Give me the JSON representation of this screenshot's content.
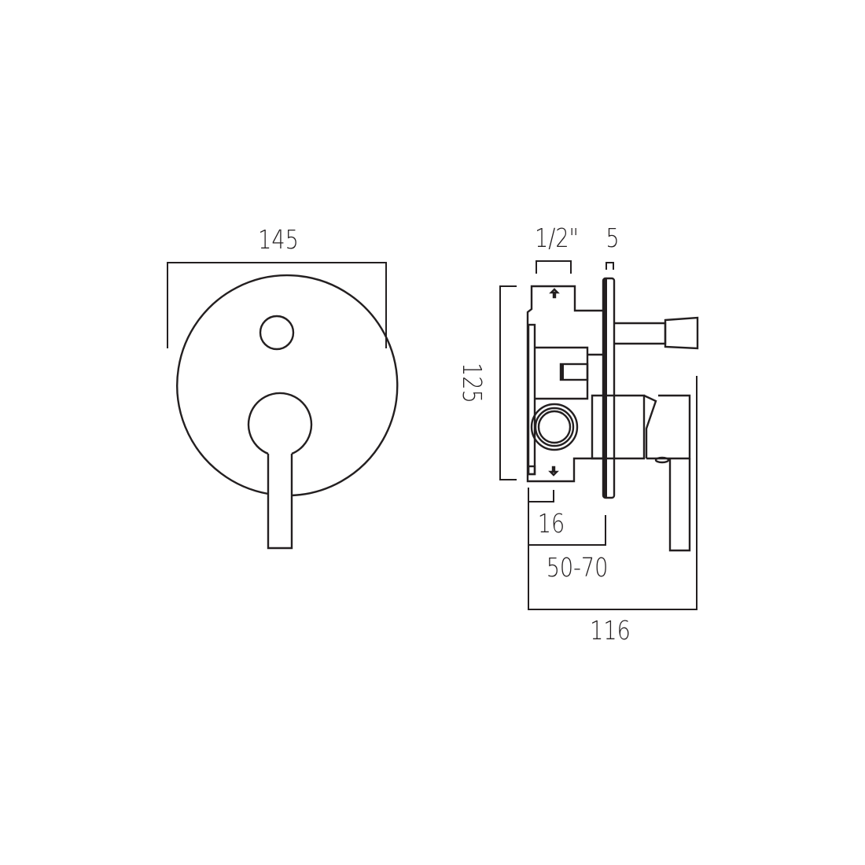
{
  "colors": {
    "line": "#231f20",
    "background": "#ffffff"
  },
  "dimensions": {
    "front_width": "145",
    "inlet_size": "1/2\"",
    "plate_thickness": "5",
    "height": "125",
    "inlet_offset": "16",
    "wall_depth": "50-70",
    "total_depth": "116"
  }
}
